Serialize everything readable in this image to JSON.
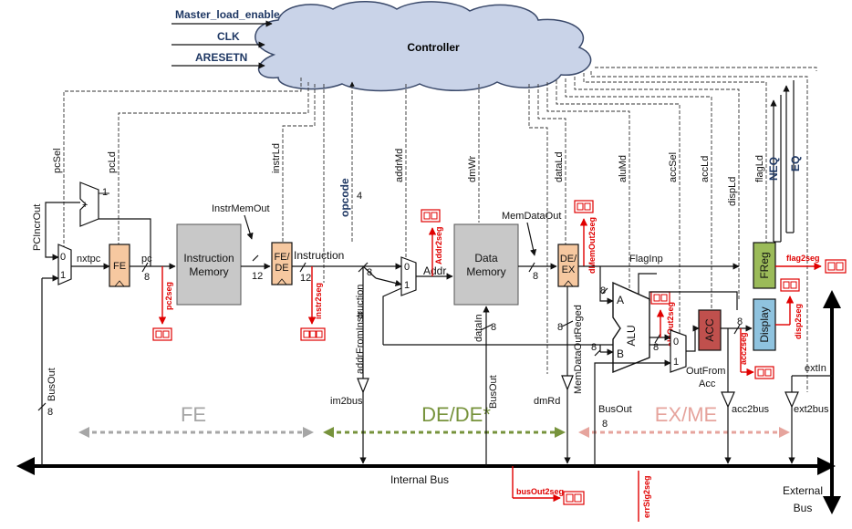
{
  "controller": {
    "title": "Controller",
    "inputs": [
      "Master_load_enable",
      "CLK",
      "ARESETN"
    ]
  },
  "control_signals": {
    "pcSel": "pcSel",
    "pcLd": "pcLd",
    "instrLd": "instrLd",
    "opcode": "opcode",
    "addrMd": "addrMd",
    "dmWr": "dmWr",
    "dataLd": "dataLd",
    "aluMd": "aluMd",
    "accSel": "accSel",
    "accLd": "accLd",
    "dispLd": "dispLd",
    "flagLd": "flagLd",
    "NEQ": "NEQ",
    "EQ": "EQ"
  },
  "blocks": {
    "instr_mem": [
      "Instruction",
      "Memory"
    ],
    "data_mem": [
      "Data",
      "Memory"
    ],
    "fe": "FE",
    "fe_de": [
      "FE/",
      "DE"
    ],
    "de_ex": [
      "DE/",
      "EX"
    ],
    "alu": "ALU",
    "acc": "ACC",
    "display": "Display",
    "freg": "FReg",
    "alu_a": "A",
    "alu_b": "B",
    "mux0": "0",
    "mux1": "1",
    "plus": "+",
    "one": "1"
  },
  "wires": {
    "PCIncrOut": "PCIncrOut",
    "nxtpc": "nxtpc",
    "pc": "pc",
    "BusOut": "BusOut",
    "InstrMemOut": "InstrMemOut",
    "Instruction": "Instruction",
    "addrFromInstruction": "addrFromInstruction",
    "Addr": "Addr.",
    "MemDataOut": "MemDataOut",
    "dataIn": "dataIn",
    "MemDataOutReged": "MemDataOutReged",
    "FlagInp": "FlagInp",
    "OutFromAcc": [
      "OutFrom",
      "Acc"
    ],
    "extIn": "extIn"
  },
  "widths": {
    "w8": "8",
    "w12": "12",
    "w4": "4"
  },
  "seg_outputs": {
    "pc2seg": "pc2seg",
    "instr2seg": "instr2seg",
    "Addr2seg": "Addr2seg",
    "dMemOut2seg": "dMemOut2seg",
    "aluOut2seg": "aluOut2seg",
    "acc2seg": "acc2seg",
    "disp2seg": "disp2seg",
    "flag2seg": "flag2seg",
    "busOut2seg": "busOut2seg",
    "errSig2seg": "errSig2seg"
  },
  "buffers": {
    "im2bus": "im2bus",
    "dmRd": "dmRd",
    "acc2bus": "acc2bus",
    "ext2bus": "ext2bus"
  },
  "stages": {
    "fe": "FE",
    "dede": "DE/DE*",
    "exme": "EX/ME"
  },
  "buses": {
    "internal": "Internal Bus",
    "external": [
      "External",
      "Bus"
    ]
  },
  "colors": {
    "cloud": "#c9d3e8",
    "register": "#f6c8a0",
    "memory": "#c8c8c8",
    "acc": "#c0504d",
    "display": "#8fc3df",
    "freg": "#9bbb59",
    "seg_red": "#e00000",
    "fe_stage": "#a6a6a6",
    "de_stage": "#77933c",
    "ex_stage": "#e6a49d",
    "opcode": "#1f3864"
  }
}
